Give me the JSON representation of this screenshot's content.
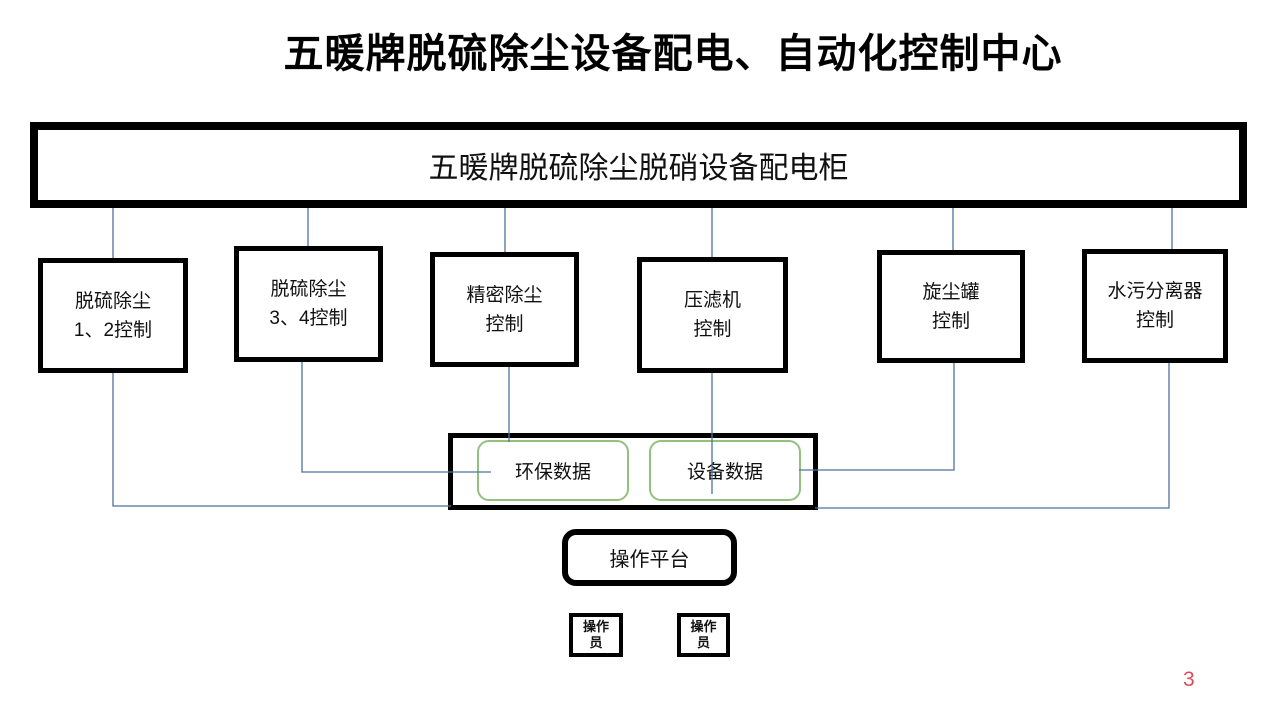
{
  "slide": {
    "title": "五暖牌脱硫除尘设备配电、自动化控制中心",
    "page_number": "3"
  },
  "cabinet": {
    "label": "五暖牌脱硫除尘脱硝设备配电柜"
  },
  "control_units": [
    {
      "line1": "脱硫除尘",
      "line2": "1、2控制"
    },
    {
      "line1": "脱硫除尘",
      "line2": "3、4控制"
    },
    {
      "line1": "精密除尘",
      "line2": "控制"
    },
    {
      "line1": "压滤机",
      "line2": "控制"
    },
    {
      "line1": "旋尘罐",
      "line2": "控制"
    },
    {
      "line1": "水污分离器",
      "line2": "控制"
    }
  ],
  "data_hub": {
    "items": [
      {
        "label": "环保数据"
      },
      {
        "label": "设备数据"
      }
    ]
  },
  "platform": {
    "label": "操作平台"
  },
  "operators": [
    {
      "line1": "操作",
      "line2": "员"
    },
    {
      "line1": "操作",
      "line2": "员"
    }
  ],
  "colors": {
    "box_border": "#000000",
    "connector": "#4e7399",
    "data_item_border": "#92c17e",
    "page_number": "#dd4b57"
  }
}
